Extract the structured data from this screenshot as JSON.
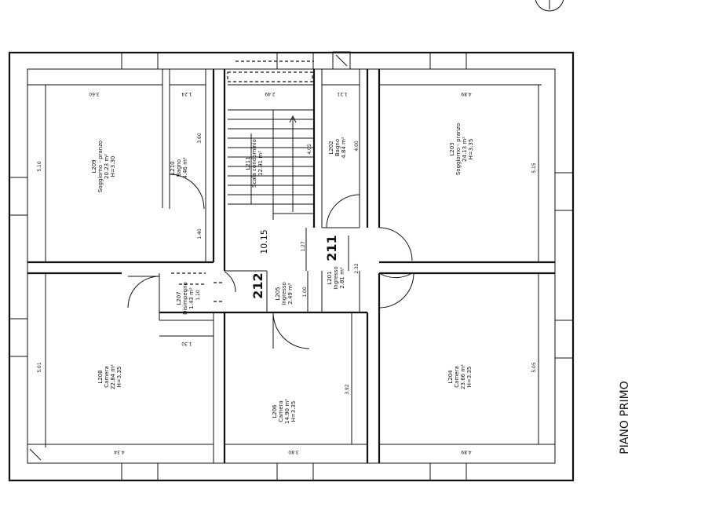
{
  "plan": {
    "title": "PIANO PRIMO",
    "rooms": [
      {
        "code": "L209",
        "name": "Soggiorno - pranzo",
        "area": "20.23 m²",
        "height": "H=3.30"
      },
      {
        "code": "L210",
        "name": "Bagno",
        "area": "4.46 m²",
        "height": ""
      },
      {
        "code": "L211",
        "name": "Scala condominio",
        "area": "12.91 m²",
        "height": ""
      },
      {
        "code": "L202",
        "name": "Bagno",
        "area": "4.84 m²",
        "height": ""
      },
      {
        "code": "L203",
        "name": "Soggiorno - pranzo",
        "area": "24.13 m²",
        "height": "H=3.35"
      },
      {
        "code": "L207",
        "name": "Disimpegno",
        "area": "1.43 m²",
        "height": ""
      },
      {
        "code": "L205",
        "name": "Ingresso",
        "area": "2.49 m²",
        "height": ""
      },
      {
        "code": "L201",
        "name": "Ingresso",
        "area": "2.81 m²",
        "height": ""
      },
      {
        "code": "L208",
        "name": "Camera",
        "area": "22.84 m²",
        "height": "H=3.35"
      },
      {
        "code": "L206",
        "name": "Camera",
        "area": "14.90 m²",
        "height": "H=3.35"
      },
      {
        "code": "L204",
        "name": "Camera",
        "area": "23.66 m²",
        "height": "H=3.35"
      }
    ],
    "unit_numbers": [
      "212",
      "211"
    ],
    "stair_level": "10.15",
    "dimensions": {
      "d_3_60_top": "3.60",
      "d_1_24": "1.24",
      "d_2_49": "2.49",
      "d_1_21": "1.21",
      "d_4_89_top": "4.89",
      "d_5_10": "5.10",
      "d_3_60_side": "3.60",
      "d_1_40": "1.40",
      "d_1_10": "1.10",
      "d_1_30": "1.30",
      "d_1_27": "1.27",
      "d_1_00": "1.00",
      "d_4_05": "4.05",
      "d_4_00": "4.00",
      "d_2_32": "2.32",
      "d_5_15": "5.15",
      "d_5_01": "5.01",
      "d_3_92": "3.92",
      "d_5_05": "5.05",
      "d_4_34": "4.34",
      "d_3_80": "3.80",
      "d_4_89_bottom": "4.89"
    }
  }
}
